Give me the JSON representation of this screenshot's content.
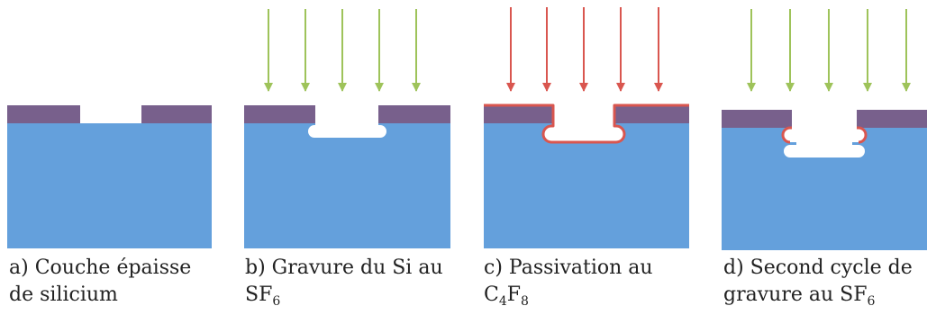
{
  "colors": {
    "silicon": "#64a0dc",
    "mask": "#78608c",
    "passivation": "#d9564f",
    "arrow_sf6": "#9ec35a",
    "arrow_c4f8": "#d9564f",
    "cavity": "#ffffff"
  },
  "panels": [
    {
      "line1": "a) Couche épaisse",
      "line2": "de silicium"
    },
    {
      "line1": "b) Gravure du Si au",
      "line2": "SF",
      "line2_sub": "6"
    },
    {
      "line1": "c) Passivation au",
      "line2_a": "C",
      "line2_sub_a": "4",
      "line2_b": "F",
      "line2_sub_b": "8"
    },
    {
      "line1": "d) Second cycle de",
      "line2": "gravure au SF",
      "line2_sub": "6"
    }
  ]
}
